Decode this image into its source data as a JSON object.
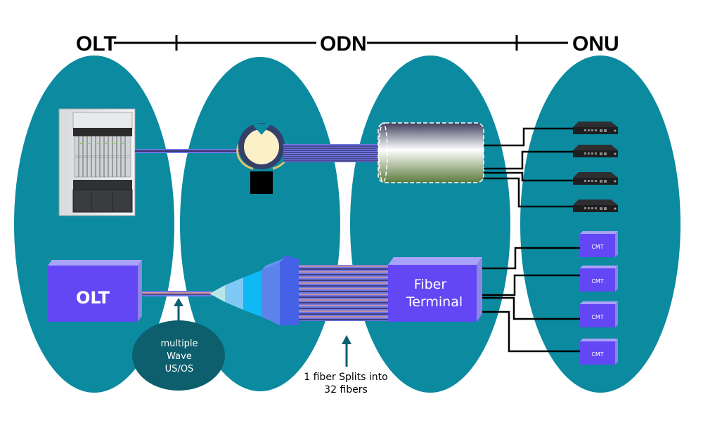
{
  "header": {
    "left": "OLT",
    "center": "ODN",
    "right": "ONU"
  },
  "top_row": {
    "olt_device": "olt-chassis-image",
    "splice": "splice-closure-icon",
    "cable": "fiber-cable-cylinder",
    "onu_count": 4
  },
  "bottom_row": {
    "olt_label": "OLT",
    "terminal_label_line1": "Fiber",
    "terminal_label_line2": "Terminal",
    "cmt_labels": [
      "CMT",
      "CMT",
      "CMT",
      "CMT"
    ]
  },
  "annotations": {
    "wave_line1": "multiple",
    "wave_line2": "Wave",
    "wave_line3": "US/OS",
    "split_line1": "1 fiber Splits into",
    "split_line2": "32 fibers"
  },
  "colors": {
    "ellipse": "#0b8aa0",
    "bubble": "#0d5f6e",
    "box": "#6347f5",
    "box_top": "#a9a3f8",
    "box_side": "#8c86e4"
  }
}
